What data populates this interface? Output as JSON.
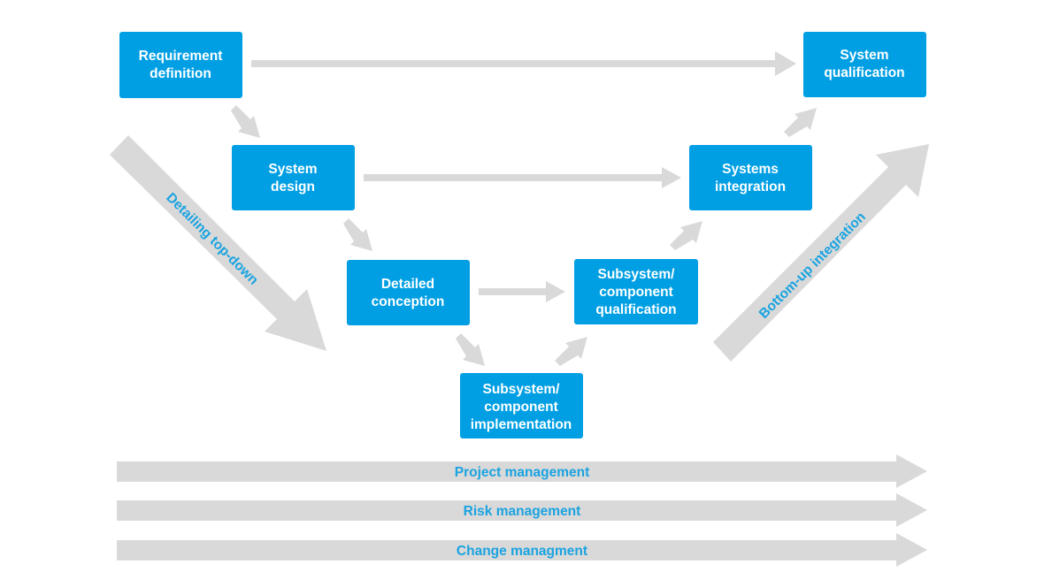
{
  "boxes": {
    "requirement_definition": [
      "Requirement",
      "definition"
    ],
    "system_design": [
      "System",
      "design"
    ],
    "detailed_conception": [
      "Detailed",
      "conception"
    ],
    "subsystem_implementation": [
      "Subsystem/",
      "component",
      "implementation"
    ],
    "subsystem_qualification": [
      "Subsystem/",
      "component",
      "qualification"
    ],
    "systems_integration": [
      "Systems",
      "integration"
    ],
    "system_qualification": [
      "System",
      "qualification"
    ]
  },
  "side_arrows": {
    "left": "Detailing top-down",
    "right": "Bottom-up integration"
  },
  "bands": [
    "Project management",
    "Risk management",
    "Change managment"
  ],
  "colors": {
    "box": "#009fe3",
    "box_text": "#ffffff",
    "arrow": "#d9d9d9",
    "label": "#1aa3e0"
  }
}
